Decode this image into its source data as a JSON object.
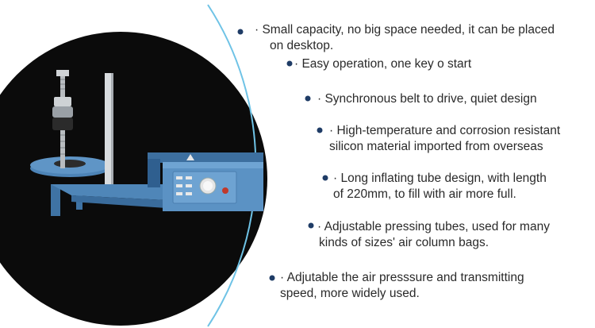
{
  "colors": {
    "background": "#ffffff",
    "circle": "#0b0b0b",
    "arc": "#6fc3e6",
    "dot": "#1f3c66",
    "machine_blue": "#4f86b8",
    "text": "#2a2a2a"
  },
  "product_image": {
    "icon": "packing-machine-illustration"
  },
  "features": [
    {
      "line1": "· Small capacity, no big space needed, it can be placed",
      "line2": "on desktop."
    },
    {
      "line1": "· Easy operation, one key o start",
      "line2": ""
    },
    {
      "line1": "· Synchronous belt to drive, quiet design",
      "line2": ""
    },
    {
      "line1": "· High-temperature and corrosion resistant",
      "line2": "silicon material imported from overseas"
    },
    {
      "line1": "· Long inflating tube design, with length",
      "line2": "of 220mm, to fill with air more full."
    },
    {
      "line1": "· Adjustable pressing tubes, used for many",
      "line2": "kinds of sizes' air column bags."
    },
    {
      "line1": "· Adjutable the air presssure and transmitting",
      "line2": "speed, more widely used."
    }
  ]
}
